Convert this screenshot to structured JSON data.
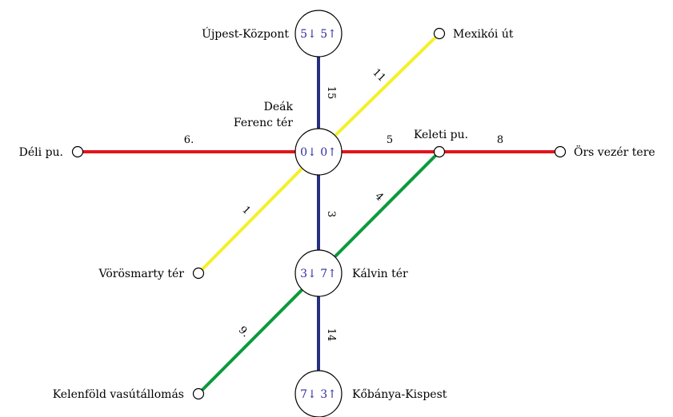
{
  "colors": {
    "red": "#e3141b",
    "yellow": "#f4f02a",
    "blue": "#27307f",
    "green": "#0c9a3c"
  },
  "stations": {
    "ujpest": {
      "name": "Újpest-Központ",
      "counts": "5↓ 5↑"
    },
    "deak_line1": "Deák",
    "deak_line2": "Ferenc tér",
    "deak_counts": "0↓ 0↑",
    "kalvin": {
      "name": "Kálvin tér",
      "counts": "3↓ 7↑"
    },
    "kobanya": {
      "name": "Kőbánya-Kispest",
      "counts": "7↓ 3↑"
    },
    "mexikoi": "Mexikói út",
    "deli": "Déli pu.",
    "keleti": "Keleti pu.",
    "ors": "Örs vezér tere",
    "vorosmarty": "Vörösmarty tér",
    "kelenfold": "Kelenföld vasútállomás"
  },
  "edges": {
    "ujpest_deak": "15",
    "deak_mexikoi": "11",
    "deli_deak": "6.",
    "deak_keleti": "5",
    "keleti_ors": "8",
    "deak_vorosmarty": "1",
    "deak_kalvin": "3",
    "kalvin_keleti": "4",
    "kalvin_kelenfold": "9.",
    "kalvin_kobanya": "14"
  }
}
